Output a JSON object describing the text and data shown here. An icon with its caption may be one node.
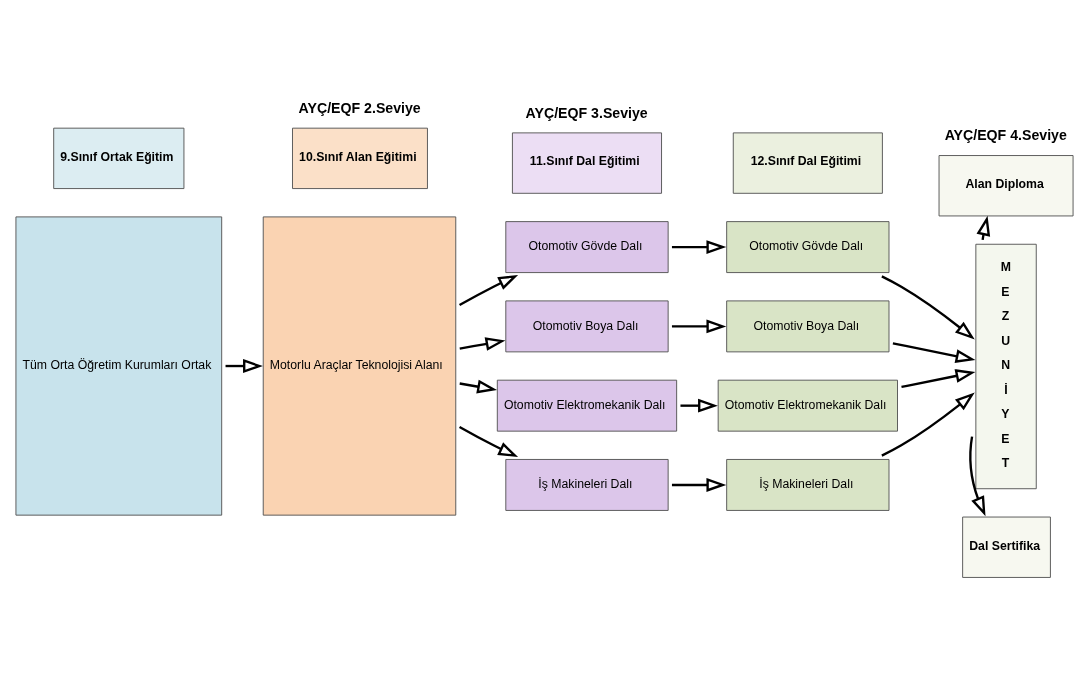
{
  "diagram": {
    "nodes": [
      {
        "text": [
          "9.Sınıf Ortak Eğitim"
        ]
      },
      {
        "text": [
          "Tüm Orta Öğretim Kurumları Ortak"
        ]
      },
      {
        "text": [
          "10.Sınıf Alan Eğitimi"
        ],
        "beside": [
          "AYÇ/EQF 2.Seviye"
        ]
      },
      {
        "text": [
          "Motorlu Araçlar Teknolojisi Alanı"
        ]
      },
      {
        "text": [
          "11.Sınıf Dal Eğitimi"
        ],
        "beside": [
          "AYÇ/EQF 3.Seviye"
        ]
      },
      {
        "text": [
          "Otomotiv Gövde Dalı"
        ]
      },
      {
        "text": [
          "Otomotiv Boya Dalı"
        ]
      },
      {
        "text": [
          "Otomotiv Elektromekanik Dalı"
        ]
      },
      {
        "text": [
          "İş Makineleri Dalı"
        ]
      },
      {
        "text": [
          "12.Sınıf Dal Eğitimi"
        ]
      },
      {
        "text": [
          "Otomotiv Gövde Dalı"
        ]
      },
      {
        "text": [
          "Otomotiv Boya Dalı"
        ]
      },
      {
        "text": [
          "Otomotiv Elektromekanik Dalı"
        ]
      },
      {
        "text": [
          "İş Makineleri Dalı"
        ]
      },
      {
        "text": [
          "MEZUNİYET"
        ]
      },
      {
        "text": [
          "Alan Diploma"
        ],
        "beside": [
          "AYÇ/EQF 4.Seviye"
        ]
      },
      {
        "text": [
          "Dal Sertifika"
        ]
      }
    ],
    "edges": [
      {
        "from": 1,
        "to": 3,
        "arrow": "to"
      },
      {
        "from": 3,
        "to": 5,
        "arrow": "to"
      },
      {
        "from": 3,
        "to": 6,
        "arrow": "to"
      },
      {
        "from": 3,
        "to": 7,
        "arrow": "to"
      },
      {
        "from": 3,
        "to": 8,
        "arrow": "to"
      },
      {
        "from": 5,
        "to": 10,
        "arrow": "to"
      },
      {
        "from": 6,
        "to": 11,
        "arrow": "to"
      },
      {
        "from": 7,
        "to": 12,
        "arrow": "to"
      },
      {
        "from": 8,
        "to": 13,
        "arrow": "to"
      },
      {
        "from": 10,
        "to": 14,
        "arrow": "to"
      },
      {
        "from": 11,
        "to": 14,
        "arrow": "to"
      },
      {
        "from": 12,
        "to": 14,
        "arrow": "to"
      },
      {
        "from": 13,
        "to": 14,
        "arrow": "to"
      },
      {
        "from": 14,
        "to": 15,
        "arrow": "to"
      },
      {
        "from": 14,
        "to": 16,
        "arrow": "to"
      }
    ]
  }
}
